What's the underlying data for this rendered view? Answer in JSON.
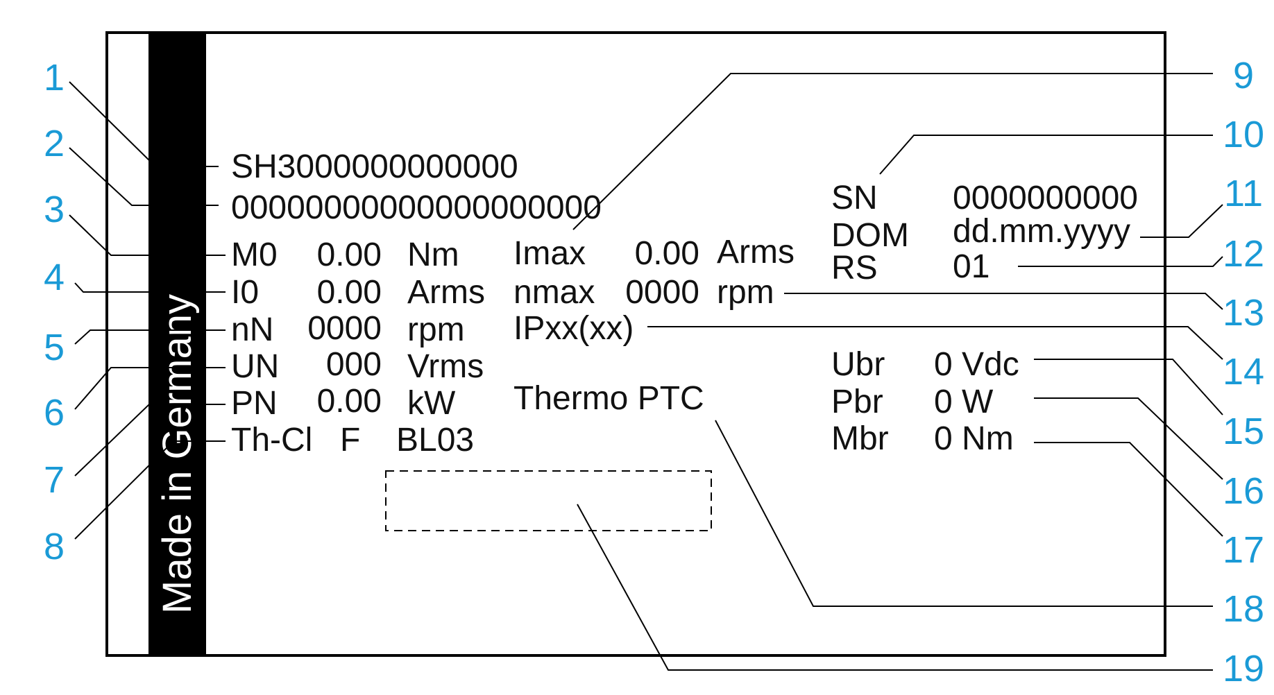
{
  "plate": {
    "strip_text": "Made in Germany",
    "type_code": "SH3000000000000",
    "id_number": "00000000000000000000",
    "rows": [
      {
        "name": "M0",
        "value": "0.00",
        "unit": "Nm"
      },
      {
        "name": "I0",
        "value": "0.00",
        "unit": "Arms"
      },
      {
        "name": "nN",
        "value": "0000",
        "unit": "rpm"
      },
      {
        "name": "UN",
        "value": "000",
        "unit": "Vrms"
      },
      {
        "name": "PN",
        "value": "0.00",
        "unit": "kW"
      }
    ],
    "thermal_class": {
      "name": "Th-Cl",
      "class": "F",
      "code": "BL03"
    },
    "middle": {
      "imax": {
        "name": "Imax",
        "value": "0.00",
        "unit": "Arms"
      },
      "nmax": {
        "name": "nmax",
        "value": "0000",
        "unit": "rpm"
      },
      "ip": "IPxx(xx)",
      "thermo": "Thermo PTC"
    },
    "right": {
      "sn": {
        "name": "SN",
        "value": "0000000000"
      },
      "dom": {
        "name": "DOM",
        "value": "dd.mm.yyyy"
      },
      "rs": {
        "name": "RS",
        "value": "01"
      },
      "ubr": {
        "name": "Ubr",
        "value": "0 Vdc"
      },
      "pbr": {
        "name": "Pbr",
        "value": "0 W"
      },
      "mbr": {
        "name": "Mbr",
        "value": "0 Nm"
      }
    }
  },
  "callouts": [
    "1",
    "2",
    "3",
    "4",
    "5",
    "6",
    "7",
    "8",
    "9",
    "10",
    "11",
    "12",
    "13",
    "14",
    "15",
    "16",
    "17",
    "18",
    "19"
  ],
  "colors": {
    "callout": "#1a9ad6",
    "line": "#000000",
    "strip": "#000000"
  }
}
